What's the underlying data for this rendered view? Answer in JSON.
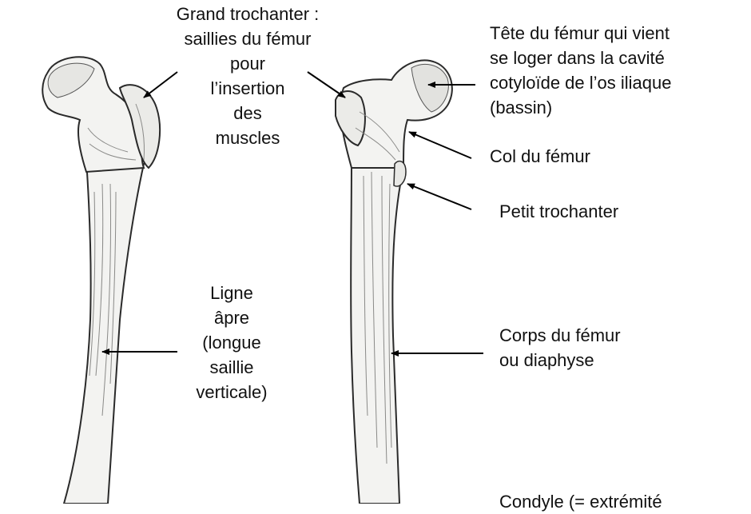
{
  "diagram": {
    "labels": {
      "grand_trochanter": [
        "Grand trochanter :",
        "saillies du fémur",
        "pour",
        "l’insertion",
        "des",
        "muscles"
      ],
      "tete_femur": [
        "Tête du fémur qui vient",
        "se loger dans la cavité",
        "cotyloïde de l’os iliaque",
        "(bassin)"
      ],
      "col_femur": [
        "Col du fémur"
      ],
      "petit_trochanter": [
        "Petit trochanter"
      ],
      "ligne_apre": [
        "Ligne",
        "âpre",
        "(longue",
        "saillie",
        "verticale)"
      ],
      "corps_femur": [
        "Corps du fémur",
        "ou diaphyse"
      ],
      "condyle": [
        "Condyle (= extrémité"
      ]
    },
    "colors": {
      "bone_fill": "#f2f2f0",
      "bone_stroke": "#2a2a2a",
      "bone_shade": "#8a8a88",
      "arrow": "#000000",
      "text": "#111111"
    }
  }
}
